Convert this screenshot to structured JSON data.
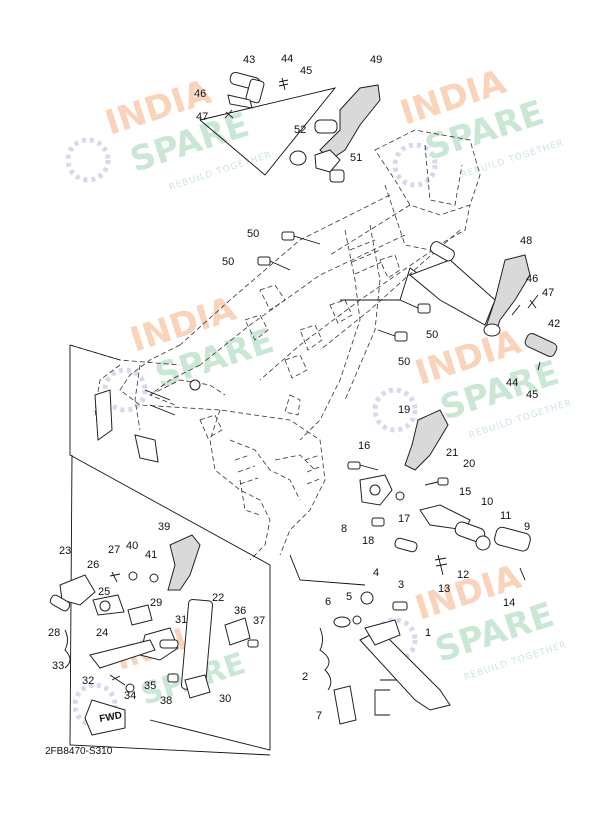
{
  "diagram_code": "2FB8470-S310",
  "fwd_label": "FWD",
  "watermark": {
    "line1": "INDIA",
    "line2": "SPARE",
    "tagline": "REBUILD TOGETHER",
    "color_orange": "#f4b183",
    "color_green": "#9fd4b0",
    "color_blue": "#b4b8e0"
  },
  "labels": [
    {
      "id": "43",
      "text": "43"
    },
    {
      "id": "44",
      "text": "44"
    },
    {
      "id": "45a",
      "text": "45"
    },
    {
      "id": "49",
      "text": "49"
    },
    {
      "id": "46a",
      "text": "46"
    },
    {
      "id": "47a",
      "text": "47"
    },
    {
      "id": "52",
      "text": "52"
    },
    {
      "id": "51",
      "text": "51"
    },
    {
      "id": "50a",
      "text": "50"
    },
    {
      "id": "50b",
      "text": "50"
    },
    {
      "id": "48",
      "text": "48"
    },
    {
      "id": "46b",
      "text": "46"
    },
    {
      "id": "47b",
      "text": "47"
    },
    {
      "id": "42",
      "text": "42"
    },
    {
      "id": "50c",
      "text": "50"
    },
    {
      "id": "50d",
      "text": "50"
    },
    {
      "id": "44b",
      "text": "44"
    },
    {
      "id": "45b",
      "text": "45"
    },
    {
      "id": "19",
      "text": "19"
    },
    {
      "id": "16",
      "text": "16"
    },
    {
      "id": "21",
      "text": "21"
    },
    {
      "id": "20",
      "text": "20"
    },
    {
      "id": "15",
      "text": "15"
    },
    {
      "id": "10",
      "text": "10"
    },
    {
      "id": "11",
      "text": "11"
    },
    {
      "id": "9",
      "text": "9"
    },
    {
      "id": "8",
      "text": "8"
    },
    {
      "id": "17",
      "text": "17"
    },
    {
      "id": "18",
      "text": "18"
    },
    {
      "id": "12",
      "text": "12"
    },
    {
      "id": "13",
      "text": "13"
    },
    {
      "id": "14",
      "text": "14"
    },
    {
      "id": "4",
      "text": "4"
    },
    {
      "id": "3",
      "text": "3"
    },
    {
      "id": "6",
      "text": "6"
    },
    {
      "id": "5",
      "text": "5"
    },
    {
      "id": "1",
      "text": "1"
    },
    {
      "id": "2",
      "text": "2"
    },
    {
      "id": "7",
      "text": "7"
    },
    {
      "id": "39",
      "text": "39"
    },
    {
      "id": "23",
      "text": "23"
    },
    {
      "id": "40",
      "text": "40"
    },
    {
      "id": "27",
      "text": "27"
    },
    {
      "id": "41",
      "text": "41"
    },
    {
      "id": "26",
      "text": "26"
    },
    {
      "id": "25",
      "text": "25"
    },
    {
      "id": "29",
      "text": "29"
    },
    {
      "id": "22",
      "text": "22"
    },
    {
      "id": "28",
      "text": "28"
    },
    {
      "id": "24",
      "text": "24"
    },
    {
      "id": "36",
      "text": "36"
    },
    {
      "id": "31",
      "text": "31"
    },
    {
      "id": "37",
      "text": "37"
    },
    {
      "id": "33",
      "text": "33"
    },
    {
      "id": "32",
      "text": "32"
    },
    {
      "id": "35",
      "text": "35"
    },
    {
      "id": "34",
      "text": "34"
    },
    {
      "id": "38",
      "text": "38"
    },
    {
      "id": "30",
      "text": "30"
    }
  ]
}
